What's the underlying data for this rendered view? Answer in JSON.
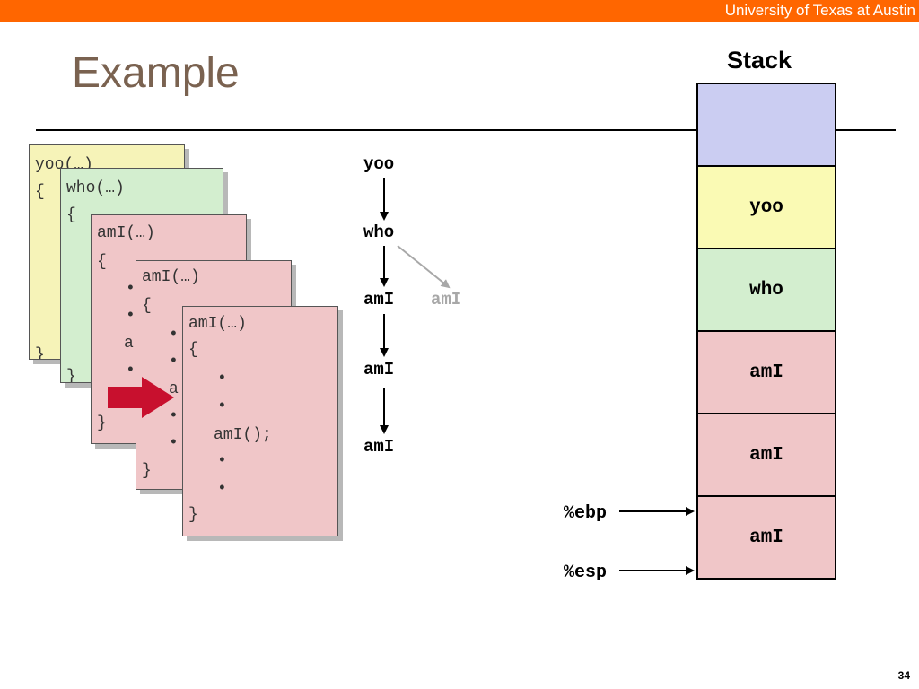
{
  "header": {
    "university": "University of Texas at Austin",
    "accent": "#ff6600"
  },
  "slide": {
    "title": "Example",
    "page_number": "34"
  },
  "frames": {
    "yoo": {
      "signature": "yoo(…)",
      "open": "{",
      "close": "}"
    },
    "who": {
      "signature": "who(…)",
      "open": "{",
      "close": "}"
    },
    "ami1": {
      "signature": "amI(…)",
      "open": "{",
      "partial_b1": "•",
      "partial_b2": "•",
      "partial_call": "a",
      "partial_b3": "•",
      "close": "}"
    },
    "ami2": {
      "signature": "amI(…)",
      "open": "{",
      "partial_b1": "•",
      "partial_b2": "•",
      "partial_call": "a",
      "partial_b3": "•",
      "partial_b4": "•",
      "close": "}"
    },
    "ami3": {
      "signature": "amI(…)",
      "open": "{",
      "bullet1": "•",
      "bullet2": "•",
      "call": "amI();",
      "bullet3": "•",
      "bullet4": "•",
      "close": "}"
    }
  },
  "call_trace": {
    "yoo": "yoo",
    "who": "who",
    "ami_1": "amI",
    "ami_returned": "amI",
    "ami_2": "amI",
    "ami_3": "amI"
  },
  "stack": {
    "title": "Stack",
    "cells": [
      {
        "label": "",
        "color": "#cbcdf2"
      },
      {
        "label": "yoo",
        "color": "#fafab4"
      },
      {
        "label": "who",
        "color": "#d3eecf"
      },
      {
        "label": "amI",
        "color": "#f0c6c8"
      },
      {
        "label": "amI",
        "color": "#f0c6c8"
      },
      {
        "label": "amI",
        "color": "#f0c6c8"
      }
    ]
  },
  "registers": {
    "ebp": "%ebp",
    "esp": "%esp"
  },
  "icons": {
    "current_frame_pointer": "red-arrow-icon"
  }
}
